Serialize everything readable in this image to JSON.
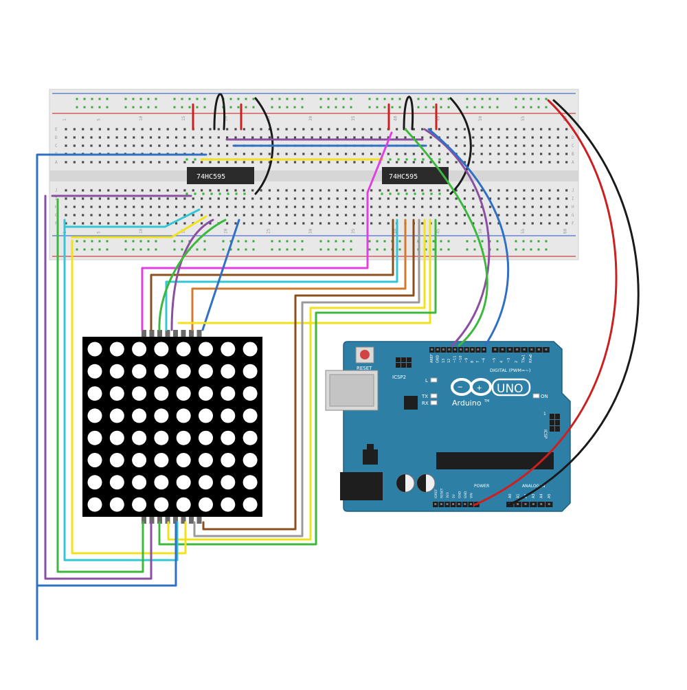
{
  "breadboard": {
    "column_labels": [
      "1",
      "5",
      "10",
      "15",
      "20",
      "25",
      "30",
      "35",
      "40",
      "45",
      "50",
      "55",
      "60"
    ],
    "row_labels_top": [
      "A",
      "B",
      "C",
      "D",
      "E"
    ],
    "row_labels_bottom": [
      "F",
      "G",
      "H",
      "I",
      "J"
    ]
  },
  "chips": [
    {
      "label": "74HC595"
    },
    {
      "label": "74HC595"
    }
  ],
  "led_matrix": {
    "rows": 8,
    "cols": 8,
    "color": "#000000"
  },
  "arduino": {
    "board_color": "#2e7fa5",
    "logo_text": "Arduino",
    "logo_tm": "TM",
    "uno_text": "UNO",
    "reset_label": "RESET",
    "icsp2_label": "ICSP2",
    "icsp_label": "ICSP",
    "digital_label": "DIGITAL (PWM=~)",
    "digital_pins": [
      "AREF",
      "GND",
      "13",
      "12",
      "~11",
      "~10",
      "~9",
      "8",
      "7",
      "~6",
      "~5",
      "4",
      "~3",
      "2",
      "TX▸1",
      "RX◂0"
    ],
    "tx_arrow": "TX▶",
    "rx_arrow": "RX◀",
    "power_label": "POWER",
    "analog_label": "ANALOG IN",
    "power_pins": [
      "IOREF",
      "RESET",
      "3V3",
      "5V",
      "GND",
      "GND",
      "VIN"
    ],
    "analog_pins": [
      "A0",
      "A1",
      "A2",
      "A3",
      "A4",
      "A5"
    ],
    "led_labels": [
      "L",
      "TX",
      "RX"
    ],
    "on_label": "ON",
    "pin1_label": "1"
  },
  "wire_colors": {
    "red": "#cc1f1f",
    "black": "#1a1a1a",
    "blue": "#2f6fc4",
    "purple": "#8a4fa0",
    "magenta": "#e040e0",
    "brown": "#8a4f1a",
    "cyan": "#35c6d6",
    "orange": "#d07a2a",
    "gray": "#9a9a9a",
    "yellow": "#f2e21c",
    "green": "#3cb83c"
  }
}
